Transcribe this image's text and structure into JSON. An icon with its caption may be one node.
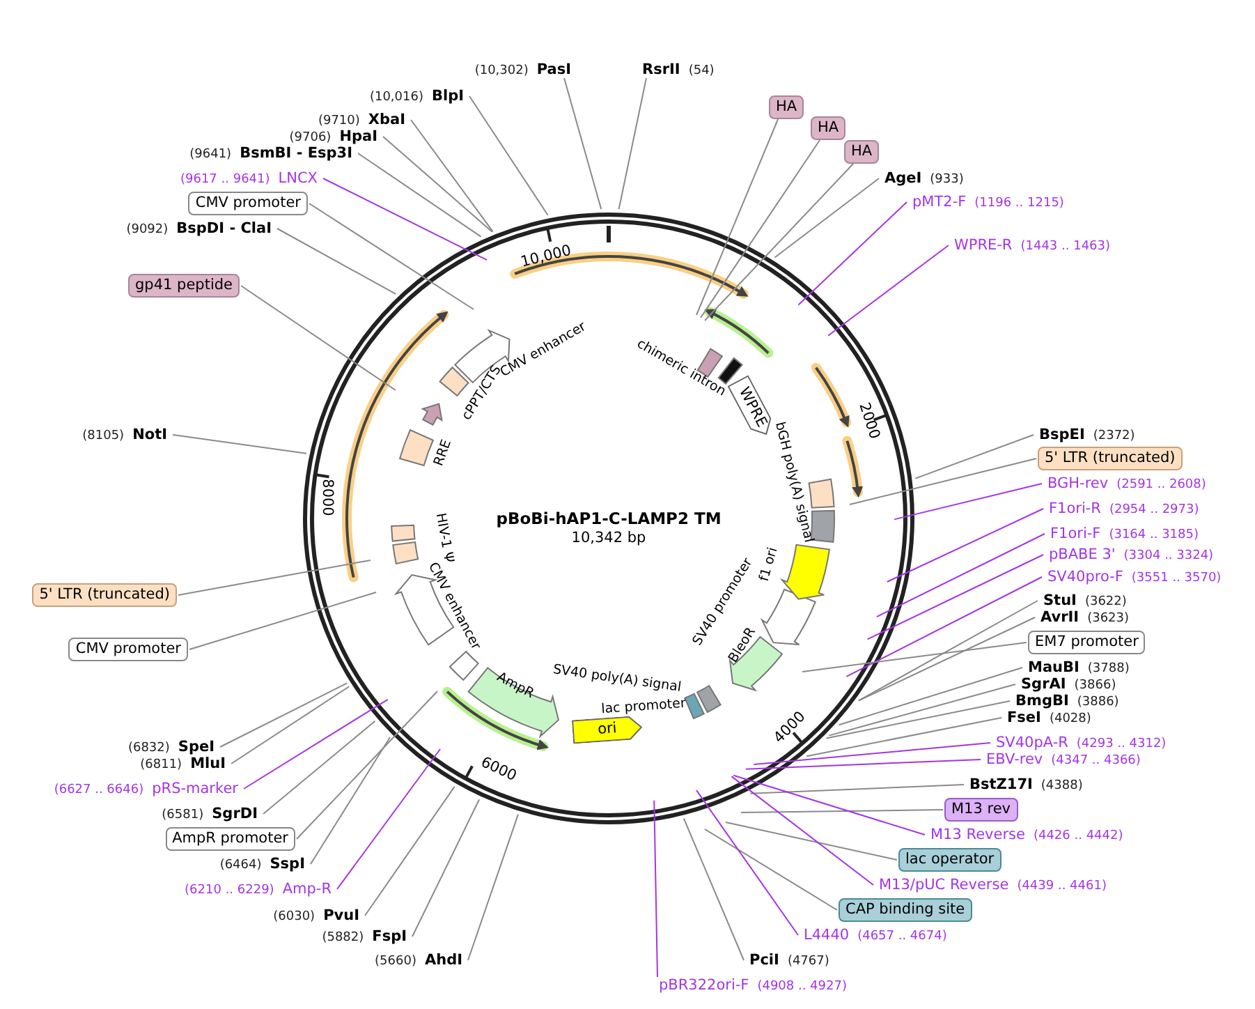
{
  "diagram": {
    "title": "pBoBi-hAP1-C-LAMP2 TM",
    "nodes": [
      {
        "text": [
          "(10,302)",
          "PasI"
        ]
      },
      {
        "text": [
          "RsrII",
          "(54)"
        ]
      },
      {
        "text": [
          "(10,016)",
          "BlpI"
        ]
      },
      {
        "text": [
          "(9710)",
          "XbaI"
        ]
      },
      {
        "text": [
          "(9706)",
          "HpaI"
        ]
      },
      {
        "text": [
          "(9641)",
          "BsmBI - Esp3I"
        ]
      },
      {
        "text": [
          "(9617 .. 9641)",
          "LNCX"
        ]
      },
      {
        "text": [
          "CMV promoter"
        ]
      },
      {
        "text": [
          "(9092)",
          "BspDI - ClaI"
        ]
      },
      {
        "text": [
          "gp41 peptide"
        ]
      },
      {
        "text": [
          "(8105)",
          "NotI"
        ]
      },
      {
        "text": [
          "5' LTR (truncated)"
        ]
      },
      {
        "text": [
          "CMV promoter"
        ]
      },
      {
        "text": [
          "(6832)",
          "SpeI"
        ]
      },
      {
        "text": [
          "(6811)",
          "MluI"
        ]
      },
      {
        "text": [
          "(6627 .. 6646)",
          "pRS-marker"
        ]
      },
      {
        "text": [
          "(6581)",
          "SgrDI"
        ]
      },
      {
        "text": [
          "AmpR promoter"
        ]
      },
      {
        "text": [
          "(6464)",
          "SspI"
        ]
      },
      {
        "text": [
          "(6210 .. 6229)",
          "Amp-R"
        ]
      },
      {
        "text": [
          "(6030)",
          "PvuI"
        ]
      },
      {
        "text": [
          "(5882)",
          "FspI"
        ]
      },
      {
        "text": [
          "(5660)",
          "AhdI"
        ]
      },
      {
        "text": [
          "PciI",
          "(4767)"
        ]
      },
      {
        "text": [
          "pBR322ori-F",
          "(4908 .. 4927)"
        ]
      },
      {
        "text": [
          "HA"
        ]
      },
      {
        "text": [
          "HA"
        ]
      },
      {
        "text": [
          "HA"
        ]
      },
      {
        "text": [
          "AgeI",
          "(933)"
        ]
      },
      {
        "text": [
          "pMT2-F",
          "(1196 .. 1215)"
        ]
      },
      {
        "text": [
          "WPRE-R",
          "(1443 .. 1463)"
        ]
      },
      {
        "text": [
          "BspEI",
          "(2372)"
        ]
      },
      {
        "text": [
          "5' LTR (truncated)"
        ]
      },
      {
        "text": [
          "BGH-rev",
          "(2591 .. 2608)"
        ]
      },
      {
        "text": [
          "F1ori-R",
          "(2954 .. 2973)"
        ]
      },
      {
        "text": [
          "F1ori-F",
          "(3164 .. 3185)"
        ]
      },
      {
        "text": [
          "pBABE 3'",
          "(3304 .. 3324)"
        ]
      },
      {
        "text": [
          "SV40pro-F",
          "(3551 .. 3570)"
        ]
      },
      {
        "text": [
          "StuI",
          "(3622)"
        ]
      },
      {
        "text": [
          "AvrII",
          "(3623)"
        ]
      },
      {
        "text": [
          "EM7 promoter"
        ]
      },
      {
        "text": [
          "MauBI",
          "(3788)"
        ]
      },
      {
        "text": [
          "SgrAI",
          "(3866)"
        ]
      },
      {
        "text": [
          "BmgBI",
          "(3886)"
        ]
      },
      {
        "text": [
          "FseI",
          "(4028)"
        ]
      },
      {
        "text": [
          "SV40pA-R",
          "(4293 .. 4312)"
        ]
      },
      {
        "text": [
          "EBV-rev",
          "(4347 .. 4366)"
        ]
      },
      {
        "text": [
          "BstZ17I",
          "(4388)"
        ]
      },
      {
        "text": [
          "M13 rev"
        ]
      },
      {
        "text": [
          "M13 Reverse",
          "(4426 .. 4442)"
        ]
      },
      {
        "text": [
          "lac operator"
        ]
      },
      {
        "text": [
          "M13/pUC Reverse",
          "(4439 .. 4461)"
        ]
      },
      {
        "text": [
          "CAP binding site"
        ]
      },
      {
        "text": [
          "L4440",
          "(4657 .. 4674)"
        ]
      },
      {
        "text": [
          "WPRE"
        ]
      },
      {
        "text": [
          "ori"
        ]
      }
    ],
    "edges": [
      {
        "from": 0,
        "to": null,
        "arrow": "none"
      },
      {
        "from": 1,
        "to": null,
        "arrow": "none"
      },
      {
        "from": 2,
        "to": null,
        "arrow": "none"
      },
      {
        "from": 3,
        "to": null,
        "arrow": "none"
      },
      {
        "from": 4,
        "to": null,
        "arrow": "none"
      },
      {
        "from": 5,
        "to": null,
        "arrow": "none"
      },
      {
        "from": 6,
        "to": null,
        "arrow": "none",
        "color": "#a335e8"
      },
      {
        "from": 7,
        "to": null,
        "arrow": "none"
      },
      {
        "from": 8,
        "to": null,
        "arrow": "none"
      },
      {
        "from": 9,
        "to": null,
        "arrow": "none"
      },
      {
        "from": 10,
        "to": null,
        "arrow": "none"
      },
      {
        "from": 11,
        "to": null,
        "arrow": "none"
      },
      {
        "from": 12,
        "to": null,
        "arrow": "none"
      },
      {
        "from": 13,
        "to": null,
        "arrow": "none"
      },
      {
        "from": 14,
        "to": null,
        "arrow": "none"
      },
      {
        "from": 15,
        "to": null,
        "arrow": "none",
        "color": "#a335e8"
      },
      {
        "from": 16,
        "to": null,
        "arrow": "none"
      },
      {
        "from": 17,
        "to": null,
        "arrow": "none"
      },
      {
        "from": 18,
        "to": null,
        "arrow": "none"
      },
      {
        "from": 19,
        "to": null,
        "arrow": "none",
        "color": "#a335e8"
      },
      {
        "from": 20,
        "to": null,
        "arrow": "none"
      },
      {
        "from": 21,
        "to": null,
        "arrow": "none"
      },
      {
        "from": 22,
        "to": null,
        "arrow": "none"
      },
      {
        "from": 23,
        "to": null,
        "arrow": "none"
      },
      {
        "from": 24,
        "to": null,
        "arrow": "none",
        "color": "#a335e8"
      },
      {
        "from": 25,
        "to": null,
        "arrow": "none"
      },
      {
        "from": 26,
        "to": null,
        "arrow": "none"
      },
      {
        "from": 27,
        "to": null,
        "arrow": "none"
      },
      {
        "from": 28,
        "to": null,
        "arrow": "none"
      },
      {
        "from": 29,
        "to": null,
        "arrow": "none",
        "color": "#a335e8"
      },
      {
        "from": 30,
        "to": null,
        "arrow": "none",
        "color": "#a335e8"
      },
      {
        "from": 31,
        "to": null,
        "arrow": "none"
      },
      {
        "from": 32,
        "to": null,
        "arrow": "none"
      },
      {
        "from": 33,
        "to": null,
        "arrow": "none",
        "color": "#a335e8"
      },
      {
        "from": 34,
        "to": null,
        "arrow": "none",
        "color": "#a335e8"
      },
      {
        "from": 35,
        "to": null,
        "arrow": "none",
        "color": "#a335e8"
      },
      {
        "from": 36,
        "to": null,
        "arrow": "none",
        "color": "#a335e8"
      },
      {
        "from": 37,
        "to": null,
        "arrow": "none",
        "color": "#a335e8"
      },
      {
        "from": 38,
        "to": null,
        "arrow": "none"
      },
      {
        "from": 39,
        "to": null,
        "arrow": "none"
      },
      {
        "from": 40,
        "to": null,
        "arrow": "none"
      },
      {
        "from": 41,
        "to": null,
        "arrow": "none"
      },
      {
        "from": 42,
        "to": null,
        "arrow": "none"
      },
      {
        "from": 43,
        "to": null,
        "arrow": "none"
      },
      {
        "from": 44,
        "to": null,
        "arrow": "none"
      },
      {
        "from": 45,
        "to": null,
        "arrow": "none",
        "color": "#a335e8"
      },
      {
        "from": 46,
        "to": null,
        "arrow": "none",
        "color": "#a335e8"
      },
      {
        "from": 47,
        "to": null,
        "arrow": "none"
      },
      {
        "from": 48,
        "to": null,
        "arrow": "none"
      },
      {
        "from": 49,
        "to": null,
        "arrow": "none",
        "color": "#a335e8"
      },
      {
        "from": 50,
        "to": null,
        "arrow": "none"
      },
      {
        "from": 51,
        "to": null,
        "arrow": "none",
        "color": "#a335e8"
      },
      {
        "from": 52,
        "to": null,
        "arrow": "none"
      },
      {
        "from": 53,
        "to": null,
        "arrow": "none",
        "color": "#a335e8"
      }
    ],
    "labels": [
      "10,342 bp",
      "10,000",
      "2000",
      "4000",
      "6000",
      "8000",
      "CMV enhancer",
      "cPPT/CTS",
      "RRE",
      "HIV-1 Ψ",
      "CMV enhancer",
      "AmpR",
      "SV40 poly(A) signal",
      "lac promoter",
      "chimeric intron",
      "bGH poly(A) signal",
      "f1 ori",
      "SV40 promoter",
      "BleoR"
    ]
  }
}
